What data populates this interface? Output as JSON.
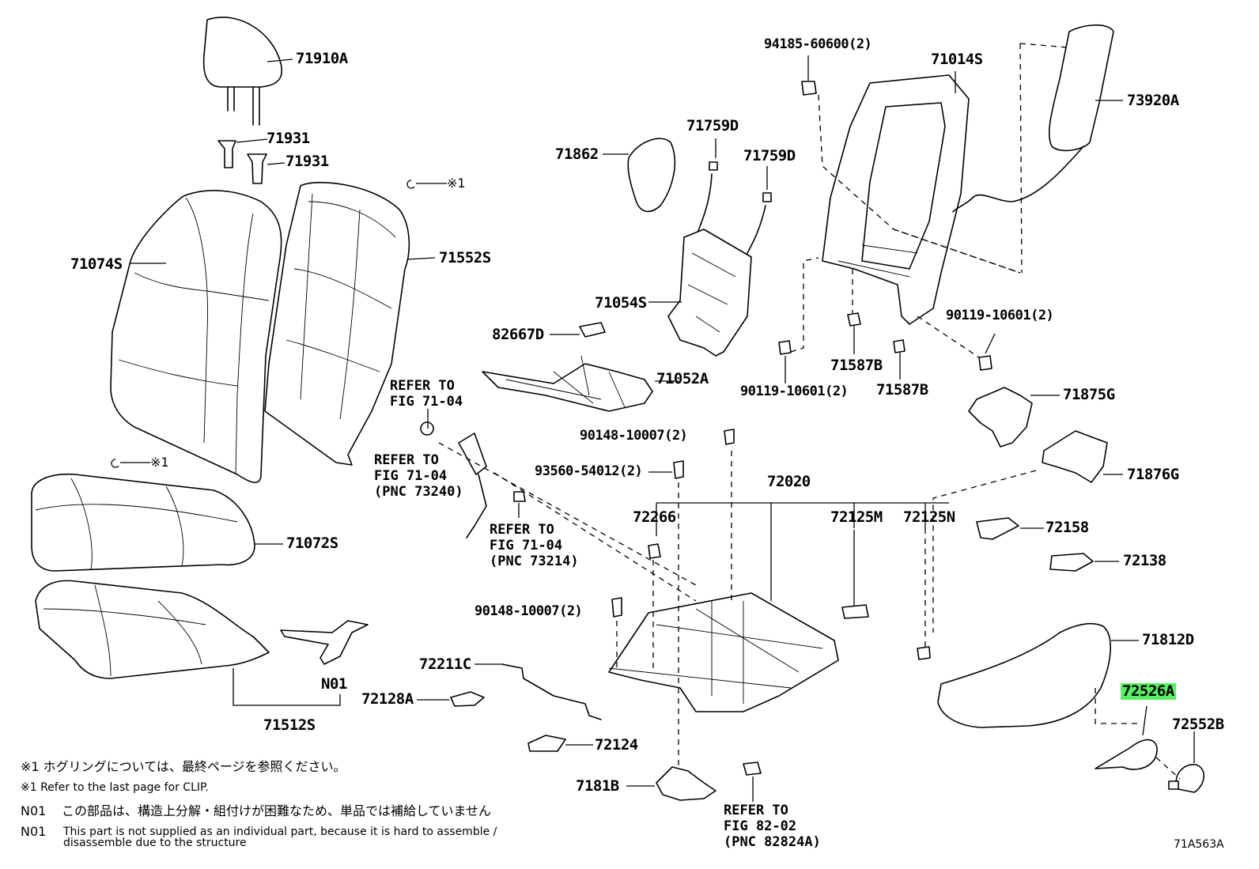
{
  "labels": {
    "p71910A": "71910A",
    "p71931_a": "71931",
    "p71931_b": "71931",
    "p71074S": "71074S",
    "p71552S": "71552S",
    "p71072S": "71072S",
    "p71512S": "71512S",
    "pN01": "N01",
    "p71862": "71862",
    "p71759D_a": "71759D",
    "p71759D_b": "71759D",
    "p71054S": "71054S",
    "p82667D": "82667D",
    "p71052A": "71052A",
    "p94185": "94185-60600(2)",
    "p71014S": "71014S",
    "p73920A": "73920A",
    "p90119_a": "90119-10601(2)",
    "p90119_b": "90119-10601(2)",
    "p71587B_a": "71587B",
    "p71587B_b": "71587B",
    "p71875G": "71875G",
    "p71876G": "71876G",
    "p90148_a": "90148-10007(2)",
    "p90148_b": "90148-10007(2)",
    "p93560": "93560-54012(2)",
    "p72020": "72020",
    "p72266": "72266",
    "p72125M": "72125M",
    "p72125N": "72125N",
    "p72158": "72158",
    "p72138": "72138",
    "p71812D": "71812D",
    "p72526A": "72526A",
    "p72552B": "72552B",
    "p72211C": "72211C",
    "p72128A": "72128A",
    "p72124": "72124",
    "p7181B": "7181B",
    "clip_a": "※1",
    "clip_b": "※1"
  },
  "refs": {
    "r1": "REFER TO\nFIG 71-04",
    "r2": "REFER TO\nFIG 71-04\n(PNC 73240)",
    "r3": "REFER TO\nFIG 71-04\n(PNC 73214)",
    "r4": "REFER TO\nFIG 82-02\n(PNC 82824A)"
  },
  "notes": {
    "jp1": "※1 ホグリングについては、最終ページを参照ください。",
    "en1": "※1 Refer to the last page for CLIP.",
    "n01_tag_a": "N01",
    "jp2": "この部品は、構造上分解・組付けが困難なため、単品では補給していません",
    "n01_tag_b": "N01",
    "en2_line1": "This part is not supplied as an individual part, because it is hard to assemble /",
    "en2_line2": "disassemble due to the structure"
  },
  "figure_code": "71A563A",
  "highlight": {
    "part": "72526A",
    "color": "#57f061"
  }
}
